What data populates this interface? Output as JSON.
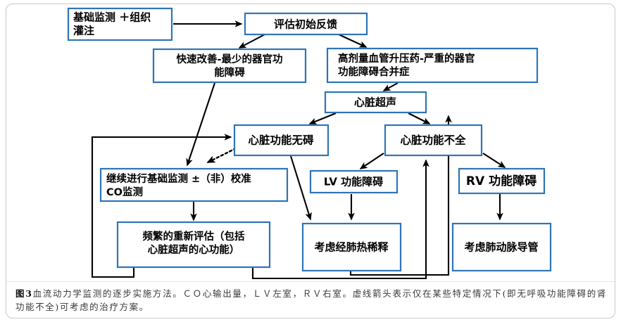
{
  "figure": {
    "id": "hemodynamic-monitoring-flowchart",
    "accent_color": "#2E75B6",
    "line_color": "#000000",
    "background": "#ffffff"
  },
  "nodes": {
    "basic_monitoring": {
      "label": "基础监测 ＋组织灌注",
      "line1": "基础监测 ＋组织",
      "line2": "灌注"
    },
    "assess_initial": {
      "label": "评估初始反馈"
    },
    "rapid_improvement": {
      "label": "快速改善-最少的器官功能障碍",
      "line1": "快速改善-最少的器官功",
      "line2": "能障碍"
    },
    "high_dose_vasopressor": {
      "label": "高剂量血管升压药-严重的器官功能障碍合并症",
      "line1": "高剂量血管升压药-严重的器官",
      "line2": "功能障碍合并症"
    },
    "echocardiography": {
      "label": "心脏超声"
    },
    "cardiac_function_ok": {
      "label": "心脏功能无碍"
    },
    "cardiac_function_impaired": {
      "label": "心脏功能不全"
    },
    "continue_basic_monitoring": {
      "label": "继续进行基础监测 ±（非）校准CO监测",
      "line1": "继续进行基础监测 ±（非）校准",
      "line2": "CO监测"
    },
    "frequent_reassessment": {
      "label": "频繁的重新评估（包括心脏超声的心功能）",
      "line1": "频繁的重新评估（包括",
      "line2": "心脏超声的心功能）"
    },
    "lv_dysfunction": {
      "label": "LV 功能障碍"
    },
    "rv_dysfunction": {
      "label": "RV 功能障碍"
    },
    "consider_thermodilution": {
      "label": "考虑经肺热稀释"
    },
    "consider_pa_catheter": {
      "label": "考虑肺动脉导管"
    }
  },
  "caption": {
    "figure_label": "图3",
    "text": "血流动力学监测的逐步实施方法。ＣＯ心输出量，ＬＶ左室，ＲＶ右室。虚线箭头表示仅在某些特定情况下(即无呼吸功能障碍的肾功能不全)可考虑的治疗方案。"
  }
}
